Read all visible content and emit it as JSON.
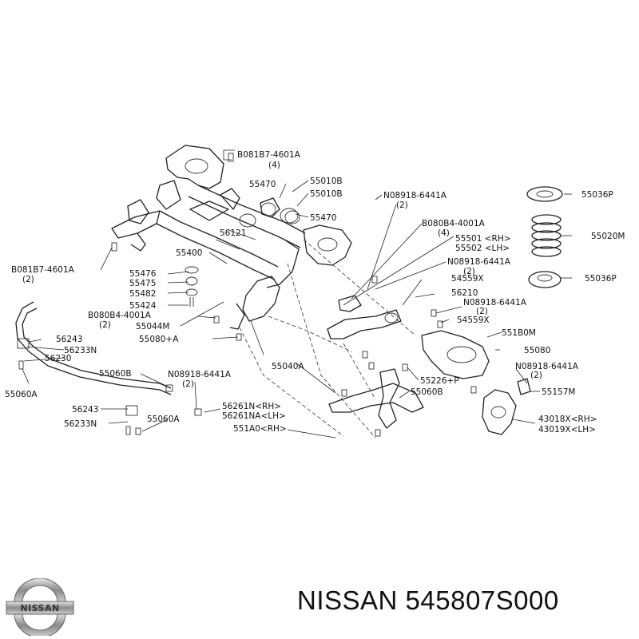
{
  "brand": {
    "name": "NISSAN"
  },
  "part_number_line": "NISSAN 545807S000",
  "callouts": [
    {
      "text": "B081B7-4601A"
    },
    {
      "text": "(4)"
    },
    {
      "text": "55470"
    },
    {
      "text": "55010B"
    },
    {
      "text": "55010B"
    },
    {
      "text": "N08918-6441A"
    },
    {
      "text": "(2)"
    },
    {
      "text": "55036P"
    },
    {
      "text": "55470"
    },
    {
      "text": "B080B4-4001A"
    },
    {
      "text": "(4)"
    },
    {
      "text": "56121"
    },
    {
      "text": "55020M"
    },
    {
      "text": "55501 <RH>"
    },
    {
      "text": "55502 <LH>"
    },
    {
      "text": "B081B7-4601A"
    },
    {
      "text": "(2)"
    },
    {
      "text": "55400"
    },
    {
      "text": "N08918-6441A"
    },
    {
      "text": "(2)"
    },
    {
      "text": "55476"
    },
    {
      "text": "55036P"
    },
    {
      "text": "54559X"
    },
    {
      "text": "55475"
    },
    {
      "text": "56210"
    },
    {
      "text": "55482"
    },
    {
      "text": "N08918-6441A"
    },
    {
      "text": "(2)"
    },
    {
      "text": "55424"
    },
    {
      "text": "B080B4-4001A"
    },
    {
      "text": "(2)"
    },
    {
      "text": "54559X"
    },
    {
      "text": "55044M"
    },
    {
      "text": "551B0M"
    },
    {
      "text": "56243"
    },
    {
      "text": "55080+A"
    },
    {
      "text": "55080"
    },
    {
      "text": "56233N"
    },
    {
      "text": "55040A"
    },
    {
      "text": "N08918-6441A"
    },
    {
      "text": "(2)"
    },
    {
      "text": "56230"
    },
    {
      "text": "55060B"
    },
    {
      "text": "55226+P"
    },
    {
      "text": "N08918-6441A"
    },
    {
      "text": "(2)"
    },
    {
      "text": "55060A"
    },
    {
      "text": "55060B"
    },
    {
      "text": "55157M"
    },
    {
      "text": "56243"
    },
    {
      "text": "56261N<RH>"
    },
    {
      "text": "56261NA<LH>"
    },
    {
      "text": "43018X<RH>"
    },
    {
      "text": "56233N"
    },
    {
      "text": "55060A"
    },
    {
      "text": "43019X<LH>"
    },
    {
      "text": "551A0<RH>"
    }
  ]
}
